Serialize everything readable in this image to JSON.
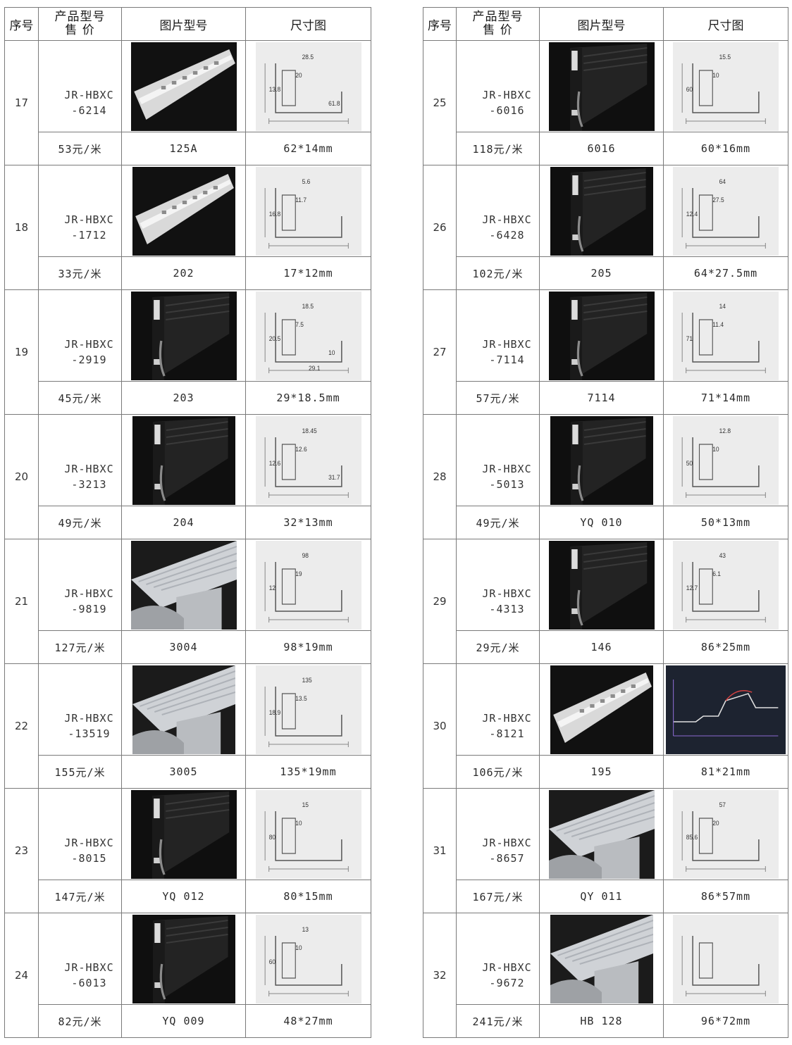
{
  "headers": {
    "seq": "序号",
    "model_line1": "产品型号",
    "model_line2": "售  价",
    "image_no": "图片型号",
    "dimension": "尺寸图"
  },
  "left": [
    {
      "seq": "17",
      "model_a": "JR-HBXC",
      "model_b": "-6214",
      "price": "53元/米",
      "pic_no": "125A",
      "size": "62*14mm",
      "photo": "aluminum-lit-profile-photo",
      "drawing": "profile-dimension-drawing",
      "dims": [
        "28.5",
        "20",
        "13.8",
        "61.8"
      ]
    },
    {
      "seq": "18",
      "model_a": "JR-HBXC",
      "model_b": "-1712",
      "price": "33元/米",
      "pic_no": "202",
      "size": "17*12mm",
      "photo": "aluminum-lit-profile-photo",
      "drawing": "profile-dimension-drawing",
      "dims": [
        "5.6",
        "11.7",
        "16.8"
      ]
    },
    {
      "seq": "19",
      "model_a": "JR-HBXC",
      "model_b": "-2919",
      "price": "45元/米",
      "pic_no": "203",
      "size": "29*18.5mm",
      "photo": "black-profile-photo",
      "drawing": "profile-dimension-drawing",
      "dims": [
        "18.5",
        "7.5",
        "20.5",
        "10",
        "29.1"
      ]
    },
    {
      "seq": "20",
      "model_a": "JR-HBXC",
      "model_b": "-3213",
      "price": "49元/米",
      "pic_no": "204",
      "size": "32*13mm",
      "photo": "black-profile-photo",
      "drawing": "profile-dimension-drawing",
      "dims": [
        "18.45",
        "12.6",
        "12.6",
        "31.7"
      ]
    },
    {
      "seq": "21",
      "model_a": "JR-HBXC",
      "model_b": "-9819",
      "price": "127元/米",
      "pic_no": "3004",
      "size": "98*19mm",
      "photo": "aluminum-profile-photo",
      "drawing": "profile-dimension-drawing",
      "dims": [
        "98",
        "19",
        "12"
      ]
    },
    {
      "seq": "22",
      "model_a": "JR-HBXC",
      "model_b": "-13519",
      "price": "155元/米",
      "pic_no": "3005",
      "size": "135*19mm",
      "photo": "aluminum-profile-photo",
      "drawing": "profile-dimension-drawing",
      "dims": [
        "135",
        "13.5",
        "18.9"
      ]
    },
    {
      "seq": "23",
      "model_a": "JR-HBXC",
      "model_b": "-8015",
      "price": "147元/米",
      "pic_no": "YQ 012",
      "size": "80*15mm",
      "photo": "black-profile-photo",
      "drawing": "profile-dimension-drawing",
      "dims": [
        "15",
        "10",
        "80"
      ]
    },
    {
      "seq": "24",
      "model_a": "JR-HBXC",
      "model_b": "-6013",
      "price": "82元/米",
      "pic_no": "YQ 009",
      "size": "48*27mm",
      "photo": "black-profile-photo",
      "drawing": "profile-dimension-drawing",
      "dims": [
        "13",
        "10",
        "60"
      ]
    }
  ],
  "right": [
    {
      "seq": "25",
      "model_a": "JR-HBXC",
      "model_b": "-6016",
      "price": "118元/米",
      "pic_no": "6016",
      "size": "60*16mm",
      "photo": "black-profile-photo",
      "drawing": "profile-dimension-drawing",
      "dims": [
        "15.5",
        "10",
        "60"
      ]
    },
    {
      "seq": "26",
      "model_a": "JR-HBXC",
      "model_b": "-6428",
      "price": "102元/米",
      "pic_no": "205",
      "size": "64*27.5mm",
      "photo": "black-profile-photo",
      "drawing": "profile-dimension-drawing",
      "dims": [
        "64",
        "27.5",
        "12.4"
      ]
    },
    {
      "seq": "27",
      "model_a": "JR-HBXC",
      "model_b": "-7114",
      "price": "57元/米",
      "pic_no": "7114",
      "size": "71*14mm",
      "photo": "black-profile-photo",
      "drawing": "profile-dimension-drawing",
      "dims": [
        "14",
        "11.4",
        "71"
      ]
    },
    {
      "seq": "28",
      "model_a": "JR-HBXC",
      "model_b": "-5013",
      "price": "49元/米",
      "pic_no": "YQ 010",
      "size": "50*13mm",
      "photo": "black-profile-photo",
      "drawing": "profile-dimension-drawing",
      "dims": [
        "12.8",
        "10",
        "50"
      ]
    },
    {
      "seq": "29",
      "model_a": "JR-HBXC",
      "model_b": "-4313",
      "price": "29元/米",
      "pic_no": "146",
      "size": "86*25mm",
      "photo": "black-profile-photo",
      "drawing": "profile-dimension-drawing",
      "dims": [
        "43",
        "6.1",
        "12.7"
      ]
    },
    {
      "seq": "30",
      "model_a": "JR-HBXC",
      "model_b": "-8121",
      "price": "106元/米",
      "pic_no": "195",
      "size": "81*21mm",
      "photo": "aluminum-lit-profile-photo",
      "drawing": "profile-cad-drawing",
      "dims": []
    },
    {
      "seq": "31",
      "model_a": "JR-HBXC",
      "model_b": "-8657",
      "price": "167元/米",
      "pic_no": "QY 011",
      "size": "86*57mm",
      "photo": "aluminum-profile-photo",
      "drawing": "profile-dimension-drawing",
      "dims": [
        "57",
        "20",
        "85.6"
      ]
    },
    {
      "seq": "32",
      "model_a": "JR-HBXC",
      "model_b": "-9672",
      "price": "241元/米",
      "pic_no": "HB 128",
      "size": "96*72mm",
      "photo": "aluminum-profile-photo",
      "drawing": "profile-dimension-drawing",
      "dims": []
    }
  ]
}
